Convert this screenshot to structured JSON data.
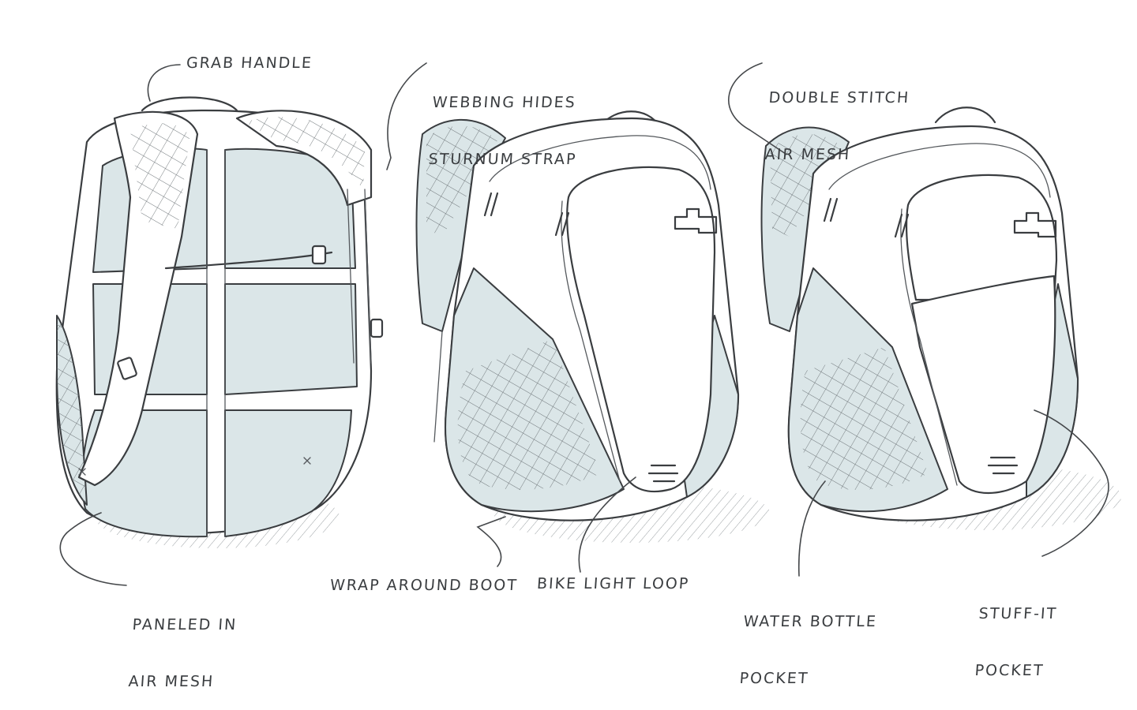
{
  "callouts": {
    "grab_handle": "GRAB HANDLE",
    "webbing_line1": "WEBBING HIDES",
    "webbing_line2": "STURNUM STRAP",
    "double_stitch_line1": "DOUBLE STITCH",
    "double_stitch_line2": "AIR MESH",
    "paneled_line1": "PANELED IN",
    "paneled_line2": "AIR MESH",
    "wrap_around": "WRAP AROUND BOOT",
    "bike_light": "BIKE LIGHT LOOP",
    "water_bottle_line1": "WATER BOTTLE",
    "water_bottle_line2": "POCKET",
    "stuff_it_line1": "STUFF-IT",
    "stuff_it_line2": "POCKET"
  },
  "colors": {
    "ink": "#3a3d40",
    "tint": "#dbe6e8",
    "paper": "#ffffff"
  },
  "icons": [
    "logo-mark-icon",
    "zipper-pull-icon",
    "buckle-icon"
  ]
}
